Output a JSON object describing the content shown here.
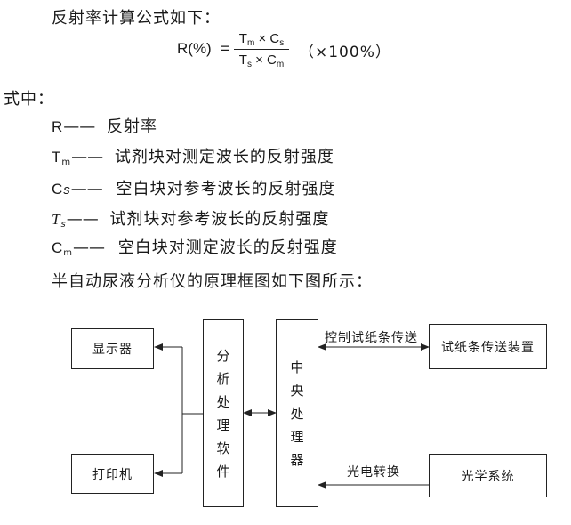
{
  "intro": "反射率计算公式如下：",
  "formula": {
    "lhs": "R(%)",
    "eq": "=",
    "numerator_a": "T",
    "numerator_a_sub": "m",
    "times": "×",
    "numerator_b": "C",
    "numerator_b_sub": "s",
    "denominator_a": "T",
    "denominator_a_sub": "s",
    "denominator_b": "C",
    "denominator_b_sub": "m",
    "suffix": "（×100%）"
  },
  "where_label": "式中：",
  "definitions": [
    {
      "symbol": "R",
      "sub": "",
      "dash": "——",
      "text": "反射率"
    },
    {
      "symbol": "T",
      "sub": "m",
      "dash": "——",
      "text": "试剂块对测定波长的反射强度"
    },
    {
      "symbol": "C",
      "sub": "s",
      "dash": "——",
      "text": "空白块对参考波长的反射强度"
    },
    {
      "symbol": "T",
      "sub": "s",
      "dash": "——",
      "text": "试剂块对参考波长的反射强度"
    },
    {
      "symbol": "C",
      "sub": "m",
      "dash": "——",
      "text": "空白块对测定波长的反射强度"
    }
  ],
  "diagram_caption": "半自动尿液分析仪的原理框图如下图所示：",
  "diagram": {
    "display": "显示器",
    "printer": "打印机",
    "analysis": "分析处理软件",
    "cpu": "中央处理器",
    "strip_device": "试纸条传送装置",
    "optical": "光学系统",
    "label_strip": "控制试纸条传送",
    "label_photo": "光电转换"
  }
}
